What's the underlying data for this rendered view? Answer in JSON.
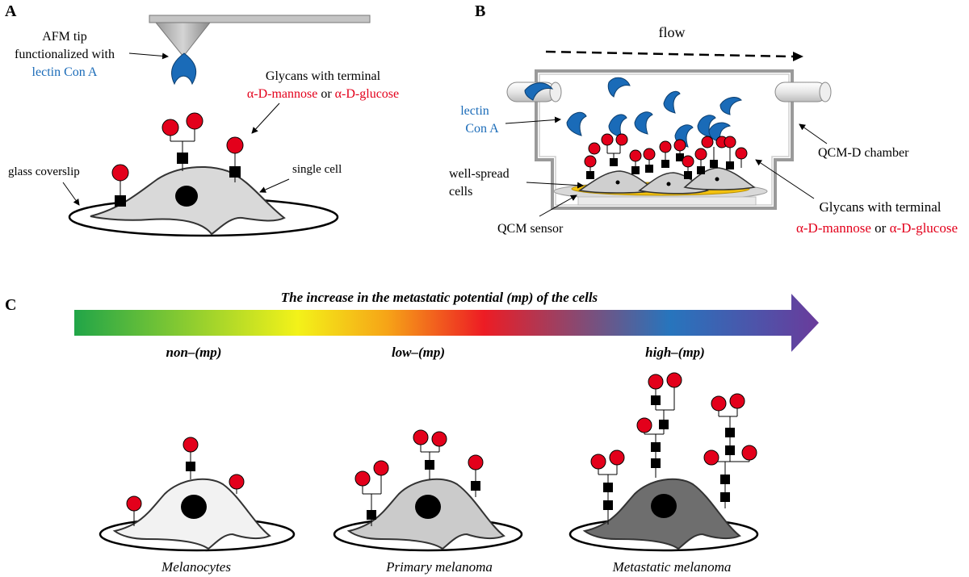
{
  "panel_a": {
    "label": "A",
    "afm_tip_line1": "AFM tip",
    "afm_tip_line2": "functionalized with",
    "afm_tip_line3": "lectin Con A",
    "glycans_line1": "Glycans with terminal",
    "glycans_mannose": "α-D-mannose",
    "glycans_or": " or ",
    "glycans_glucose": "α-D-glucose",
    "glass_coverslip": "glass coverslip",
    "single_cell": "single cell"
  },
  "panel_b": {
    "label": "B",
    "flow": "flow",
    "lectin_line1": "lectin",
    "lectin_line2": "Con A",
    "qcmd_chamber": "QCM-D chamber",
    "well_spread_line1": "well-spread",
    "well_spread_line2": "cells",
    "qcm_sensor": "QCM sensor",
    "glycans_line1": "Glycans with terminal",
    "glycans_mannose": "α-D-mannose",
    "glycans_or": " or ",
    "glycans_glucose": "α-D-glucose"
  },
  "panel_c": {
    "label": "C",
    "gradient_title": "The increase in the metastatic potential (mp) of the cells",
    "levels": [
      "non–(mp)",
      "low–(mp)",
      "high–(mp)"
    ],
    "cells": [
      "Melanocytes",
      "Primary melanoma",
      "Metastatic melanoma"
    ]
  },
  "colors": {
    "lectin_blue": "#1a6bb8",
    "glycan_red": "#e3001b",
    "sugar_black": "#000000",
    "sensor_yellow": "#f2c10f",
    "cell_light": "#f2f2f2",
    "cell_mid": "#c8c8c8",
    "cell_dark": "#6e6e6e"
  },
  "gradient_stops": [
    "#21a548",
    "#f3f219",
    "#f6a417",
    "#ed1c24",
    "#2775bd",
    "#6a3b9b"
  ]
}
